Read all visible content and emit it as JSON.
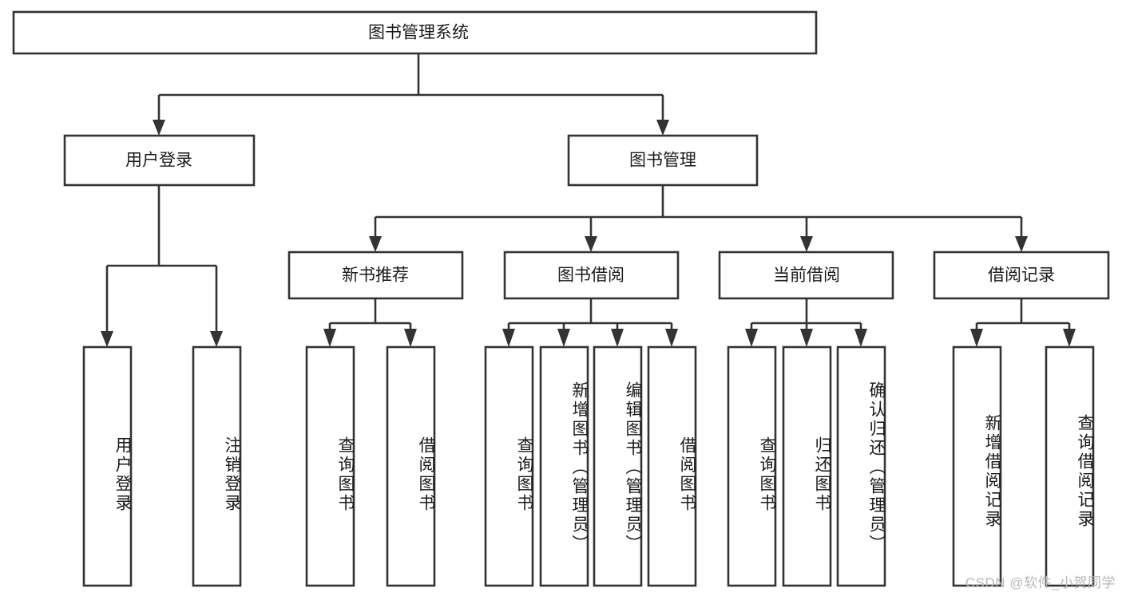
{
  "diagram": {
    "type": "tree-hierarchy-chart",
    "title_text": "图书管理系统",
    "background_color": "#ffffff",
    "box_stroke_color": "#333333",
    "text_color": "#1a1a1a",
    "root": {
      "label": "图书管理系统"
    },
    "level2": {
      "user_login": "用户登录",
      "book_management": "图书管理"
    },
    "level3": {
      "new_book_recommend": "新书推荐",
      "book_borrow": "图书借阅",
      "current_borrow": "当前借阅",
      "borrow_record": "借阅记录"
    },
    "leaves": {
      "user_login_children": [
        "用户登录",
        "注销登录"
      ],
      "new_book_recommend_children": [
        "查询图书",
        "借阅图书"
      ],
      "book_borrow_children": [
        "查询图书",
        "新增图书（管理员）",
        "编辑图书（管理员）",
        "借阅图书"
      ],
      "current_borrow_children": [
        "查询图书",
        "归还图书",
        "确认归还（管理员）"
      ],
      "borrow_record_children": [
        "新增借阅记录",
        "查询借阅记录"
      ]
    }
  },
  "watermark": {
    "text": "CSDN @软件_小贺同学"
  }
}
